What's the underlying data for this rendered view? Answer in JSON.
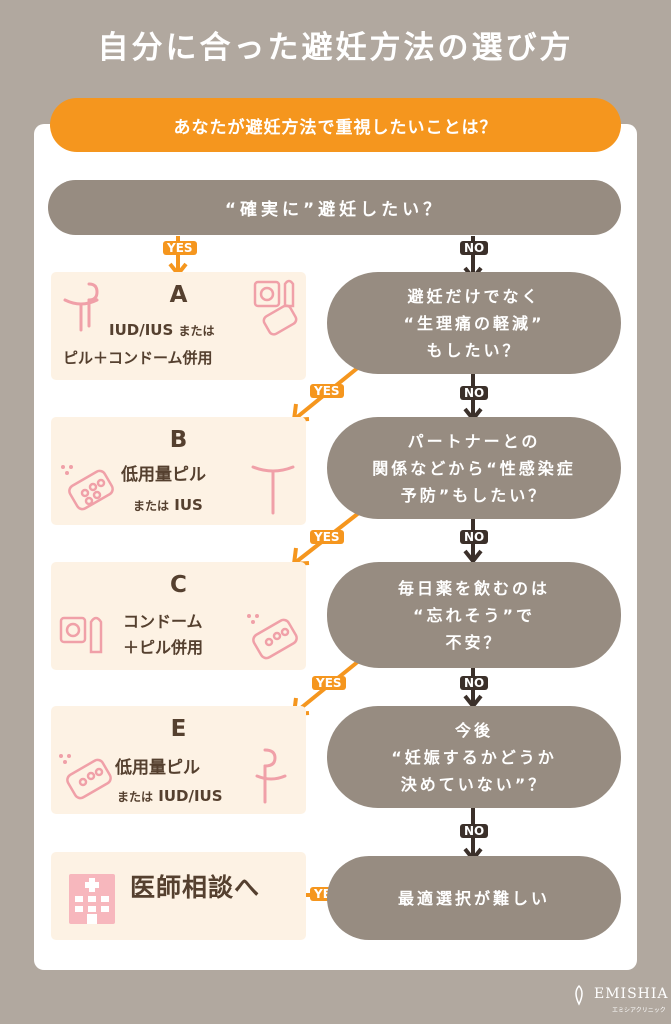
{
  "title": "自分に合った避妊方法の選び方",
  "banner": "あなたが避妊方法で重視したいことは？",
  "q0": "“確実に”避妊したい？",
  "questions": {
    "q1": [
      "避妊だけでなく",
      "“生理痛の軽減”",
      "もしたい？"
    ],
    "q2": [
      "パートナーとの",
      "関係などから“性感染症",
      "予防”もしたい？"
    ],
    "q3": [
      "毎日薬を飲むのは",
      "“忘れそう”で",
      "不安？"
    ],
    "q4": [
      "今後",
      "“妊娠するかどうか",
      "決めていない”？"
    ],
    "q5": "最適選択が難しい"
  },
  "answers": {
    "a": {
      "letter": "A",
      "line1": "IUD/IUS",
      "line1_small": "または",
      "line2": "ピル＋コンドーム併用"
    },
    "b": {
      "letter": "B",
      "line1": "低用量ピル",
      "line2_small": "または",
      "line2": "IUS"
    },
    "c": {
      "letter": "C",
      "line1": "コンドーム",
      "line2": "＋ピル併用"
    },
    "e": {
      "letter": "E",
      "line1": "低用量ピル",
      "line2_small": "または",
      "line2": "IUD/IUS"
    },
    "consult": "医師相談へ"
  },
  "labels": {
    "yes": "YES",
    "no": "NO"
  },
  "brand": {
    "name": "EMISHIA",
    "sub": "エミシアクリニック"
  },
  "colors": {
    "background": "#b1a89f",
    "accent": "#f5961e",
    "question": "#978c81",
    "answer_box": "#fdf2e4",
    "text": "#55402f",
    "arrow_dark": "#3b302a",
    "icon_pink": "#f0a0a8"
  }
}
